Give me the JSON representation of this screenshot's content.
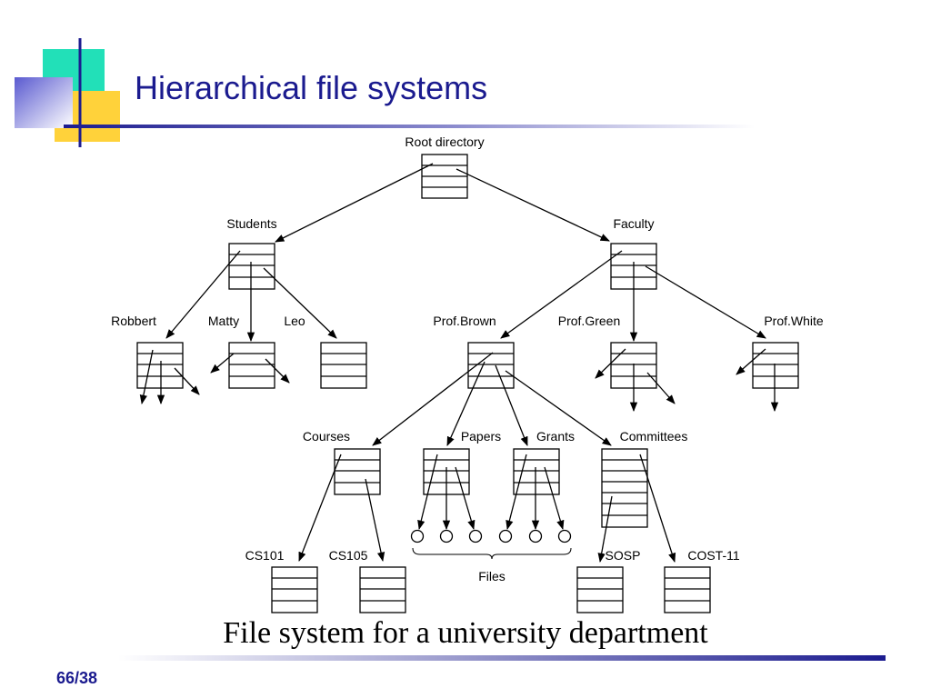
{
  "slide": {
    "title": "Hierarchical file systems",
    "caption": "File system for a university department",
    "page_number": "66/38"
  },
  "colors": {
    "title": "#1b1b8f",
    "accent_green": "#22e0b8",
    "accent_yellow": "#ffd23a",
    "accent_blue": "#7d7ddd"
  },
  "diagram": {
    "labels": {
      "root": "Root directory",
      "students": "Students",
      "faculty": "Faculty",
      "robbert": "Robbert",
      "matty": "Matty",
      "leo": "Leo",
      "prof_brown": "Prof.Brown",
      "prof_green": "Prof.Green",
      "prof_white": "Prof.White",
      "courses": "Courses",
      "papers": "Papers",
      "grants": "Grants",
      "committees": "Committees",
      "cs101": "CS101",
      "cs105": "CS105",
      "files": "Files",
      "sosp": "SOSP",
      "cost11": "COST-11"
    }
  }
}
